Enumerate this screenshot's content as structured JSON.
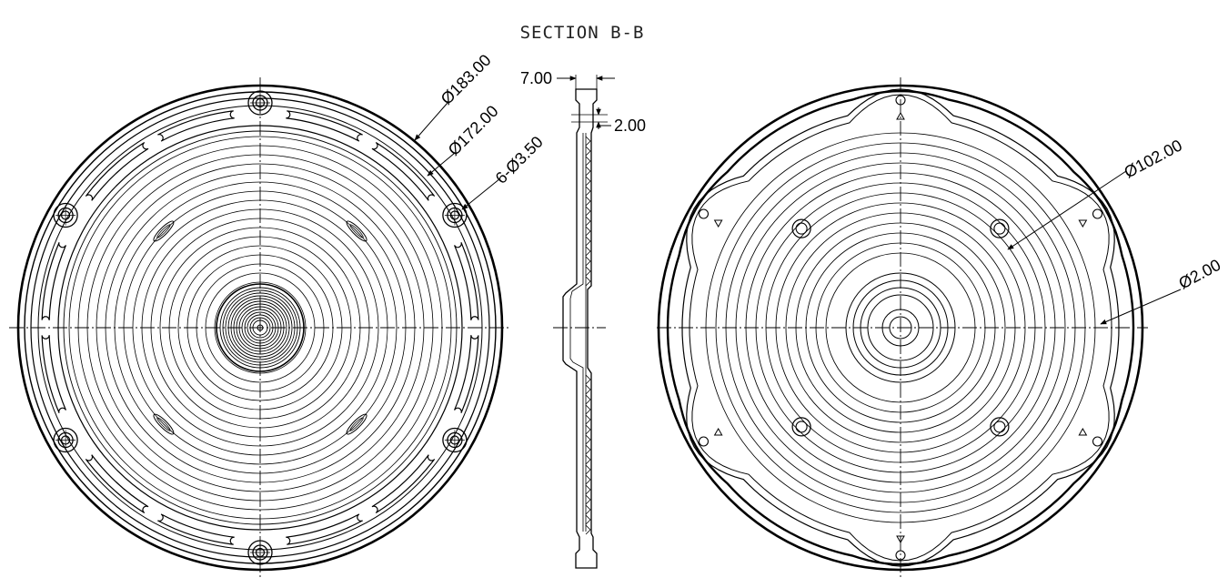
{
  "drawing": {
    "section_title": "SECTION B-B",
    "left_view": {
      "dim_outer": "Ø183.00",
      "dim_inner": "Ø172.00",
      "dim_holes": "6-Ø3.50"
    },
    "section_view": {
      "dim_thickness": "7.00",
      "dim_wall": "2.00"
    },
    "right_view": {
      "dim_bolt_circle": "Ø102.00",
      "dim_small": "Ø2.00"
    }
  }
}
